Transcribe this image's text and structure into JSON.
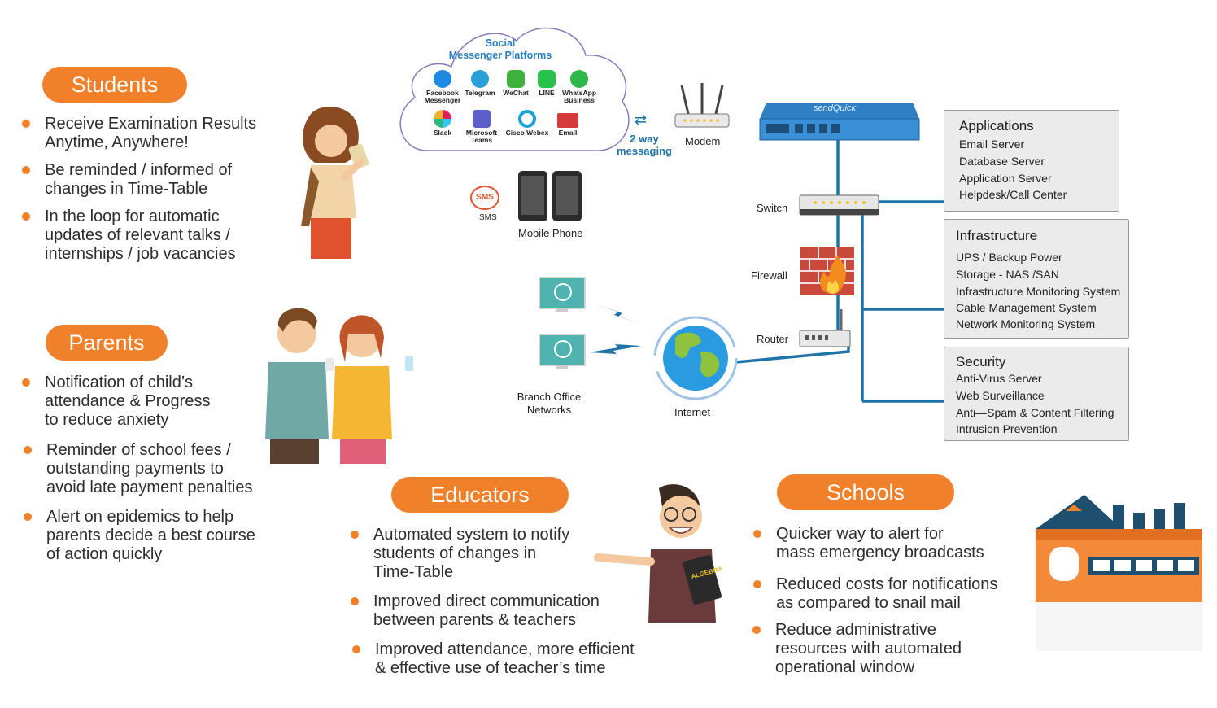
{
  "colors": {
    "accent": "#f0802a",
    "network_line": "#1e73a8",
    "box_fill": "#ebebeb",
    "cloud_border": "#8a7bb8",
    "messenger_title": "#2a7fc1"
  },
  "cloud": {
    "title_line1": "Social",
    "title_line2": "Messenger Platforms",
    "apps": [
      {
        "label": "Facebook Messenger",
        "icon": "messenger-icon",
        "color": "#1e88e5"
      },
      {
        "label": "Telegram",
        "icon": "telegram-icon",
        "color": "#29a0d8"
      },
      {
        "label": "WeChat",
        "icon": "wechat-icon",
        "color": "#3db23d"
      },
      {
        "label": "LINE",
        "icon": "line-icon",
        "color": "#27c24c"
      },
      {
        "label": "WhatsApp Business",
        "icon": "whatsapp-icon",
        "color": "#2fb84a"
      },
      {
        "label": "Slack",
        "icon": "slack-icon",
        "color": "#e01e5a"
      },
      {
        "label": "Microsoft Teams",
        "icon": "teams-icon",
        "color": "#5b5fc7"
      },
      {
        "label": "Cisco Webex",
        "icon": "webex-icon",
        "color": "#1ba0d7"
      },
      {
        "label": "Email",
        "icon": "email-icon",
        "color": "#d63b3b"
      }
    ]
  },
  "network": {
    "two_way_line1": "2 way",
    "two_way_line2": "messaging",
    "modem": "Modem",
    "switch": "Switch",
    "firewall": "Firewall",
    "router": "Router",
    "internet": "Internet",
    "sms": "SMS",
    "sms_icon_text": "SMS",
    "mobile_phone": "Mobile Phone",
    "branch_line1": "Branch Office",
    "branch_line2": "Networks",
    "device_brand": "sendQuick"
  },
  "boxes": {
    "applications": {
      "title": "Applications",
      "items": [
        "Email Server",
        "Database Server",
        "Application Server",
        "Helpdesk/Call Center"
      ]
    },
    "infrastructure": {
      "title": "Infrastructure",
      "items": [
        "UPS / Backup Power",
        "Storage - NAS /SAN",
        "Infrastructure Monitoring System",
        "Cable Management System",
        "Network Monitoring System"
      ]
    },
    "security": {
      "title": "Security",
      "items": [
        "Anti-Virus Server",
        "Web Surveillance",
        "Anti—Spam & Content Filtering",
        "Intrusion Prevention"
      ]
    }
  },
  "students": {
    "title": "Students",
    "bullets": [
      [
        "Receive Examination Results",
        "Anytime, Anywhere!"
      ],
      [
        "Be reminded / informed of",
        "changes in Time-Table"
      ],
      [
        "In the loop for automatic",
        "updates of relevant talks /",
        "internships / job vacancies"
      ]
    ]
  },
  "parents": {
    "title": "Parents",
    "bullets": [
      [
        "Notification of child’s",
        "attendance & Progress",
        "to reduce anxiety"
      ],
      [
        "Reminder of school fees /",
        "outstanding payments to",
        "avoid late payment penalties"
      ],
      [
        "Alert on epidemics to help",
        "parents decide a best course",
        "of action quickly"
      ]
    ]
  },
  "educators": {
    "title": "Educators",
    "book_text": "ALGEBRA",
    "bullets": [
      [
        "Automated system to notify",
        "students of changes in",
        "Time-Table"
      ],
      [
        "Improved direct communication",
        "between parents & teachers"
      ],
      [
        "Improved attendance, more efficient",
        "& effective use of teacher’s time"
      ]
    ]
  },
  "schools": {
    "title": "Schools",
    "bullets": [
      [
        "Quicker way to alert for",
        "mass emergency broadcasts"
      ],
      [
        "Reduced costs for notifications",
        "as compared to snail mail"
      ],
      [
        "Reduce administrative",
        "resources  with automated",
        "operational window"
      ]
    ]
  }
}
